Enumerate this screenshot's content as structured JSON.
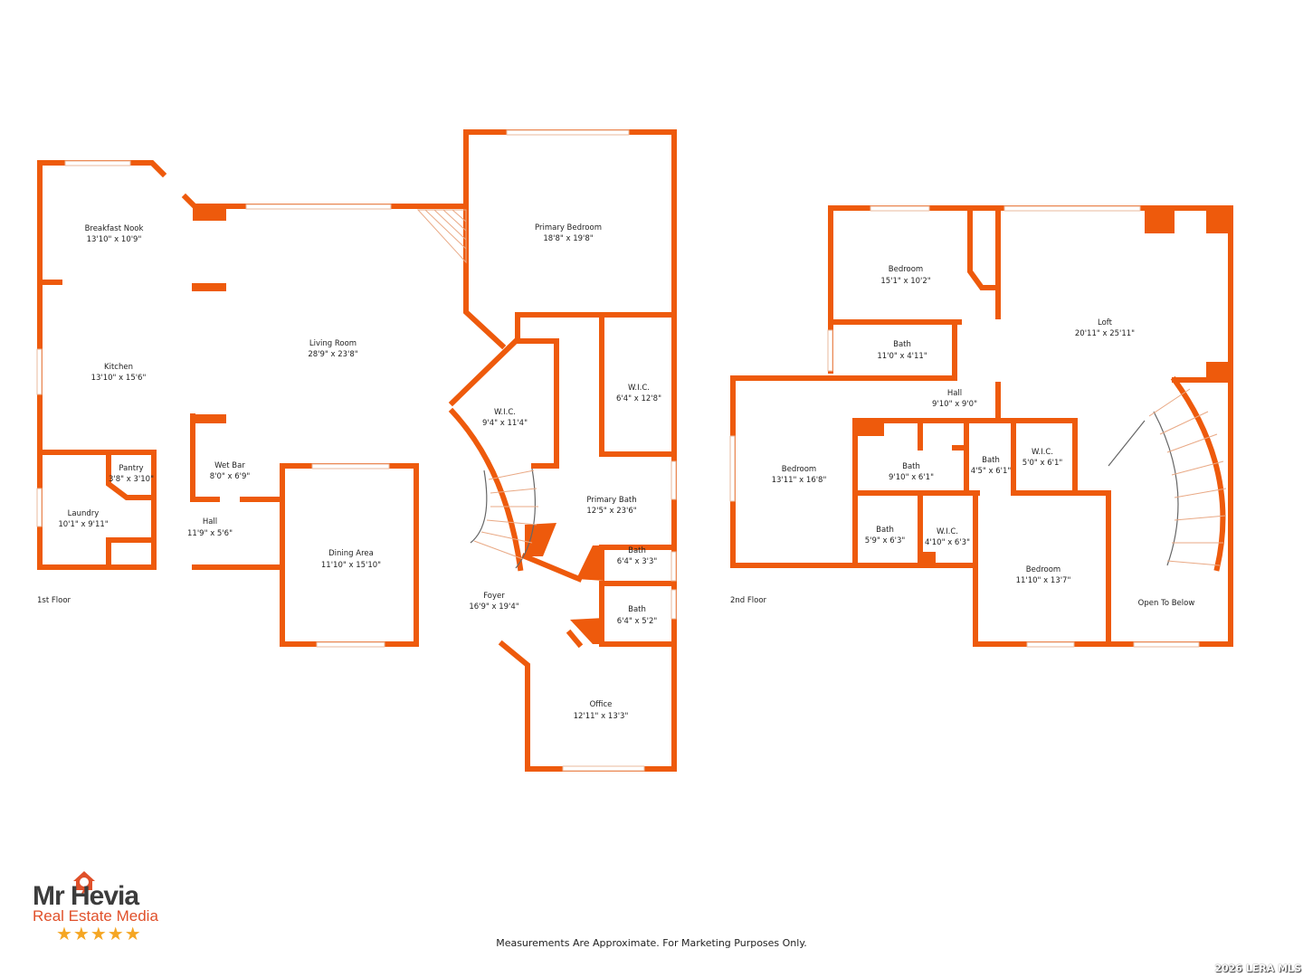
{
  "floors": [
    {
      "label": "1st Floor",
      "rooms": [
        {
          "name": "Breakfast Nook",
          "size": "13'10\" x 10'9\""
        },
        {
          "name": "Kitchen",
          "size": "13'10\" x 15'6\""
        },
        {
          "name": "Living Room",
          "size": "28'9\" x 23'8\""
        },
        {
          "name": "Primary Bedroom",
          "size": "18'8\" x 19'8\""
        },
        {
          "name": "W.I.C.",
          "size": "9'4\" x 11'4\""
        },
        {
          "name": "W.I.C.",
          "size": "6'4\" x 12'8\""
        },
        {
          "name": "Pantry",
          "size": "3'8\" x 3'10\""
        },
        {
          "name": "Wet Bar",
          "size": "8'0\" x 6'9\""
        },
        {
          "name": "Laundry",
          "size": "10'1\" x 9'11\""
        },
        {
          "name": "Hall",
          "size": "11'9\" x 5'6\""
        },
        {
          "name": "Dining Area",
          "size": "11'10\" x 15'10\""
        },
        {
          "name": "Primary Bath",
          "size": "12'5\" x 23'6\""
        },
        {
          "name": "Bath",
          "size": "6'4\" x 3'3\""
        },
        {
          "name": "Foyer",
          "size": "16'9\" x 19'4\""
        },
        {
          "name": "Bath",
          "size": "6'4\" x 5'2\""
        },
        {
          "name": "Office",
          "size": "12'11\" x 13'3\""
        }
      ]
    },
    {
      "label": "2nd Floor",
      "rooms": [
        {
          "name": "Bedroom",
          "size": "15'1\" x 10'2\""
        },
        {
          "name": "Loft",
          "size": "20'11\" x 25'11\""
        },
        {
          "name": "Bath",
          "size": "11'0\" x 4'11\""
        },
        {
          "name": "Hall",
          "size": "9'10\" x 9'0\""
        },
        {
          "name": "Bedroom",
          "size": "13'11\" x 16'8\""
        },
        {
          "name": "Bath",
          "size": "9'10\" x 6'1\""
        },
        {
          "name": "Bath",
          "size": "4'5\" x 6'1\""
        },
        {
          "name": "W.I.C.",
          "size": "5'0\" x 6'1\""
        },
        {
          "name": "Bath",
          "size": "5'9\" x 6'3\""
        },
        {
          "name": "W.I.C.",
          "size": "4'10\" x 6'3\""
        },
        {
          "name": "Bedroom",
          "size": "11'10\" x 13'7\""
        },
        {
          "name": "Open To Below",
          "size": ""
        }
      ]
    }
  ],
  "disclaimer": "Measurements Are Approximate. For Marketing Purposes Only.",
  "watermark": "2026 LERA MLS",
  "logo": {
    "name": "Mr Hevia",
    "tagline": "Real Estate Media",
    "stars": "★★★★★"
  },
  "colors": {
    "wall": "#EE5A0C",
    "logo_red": "#E0502A",
    "star": "#F5A623"
  }
}
